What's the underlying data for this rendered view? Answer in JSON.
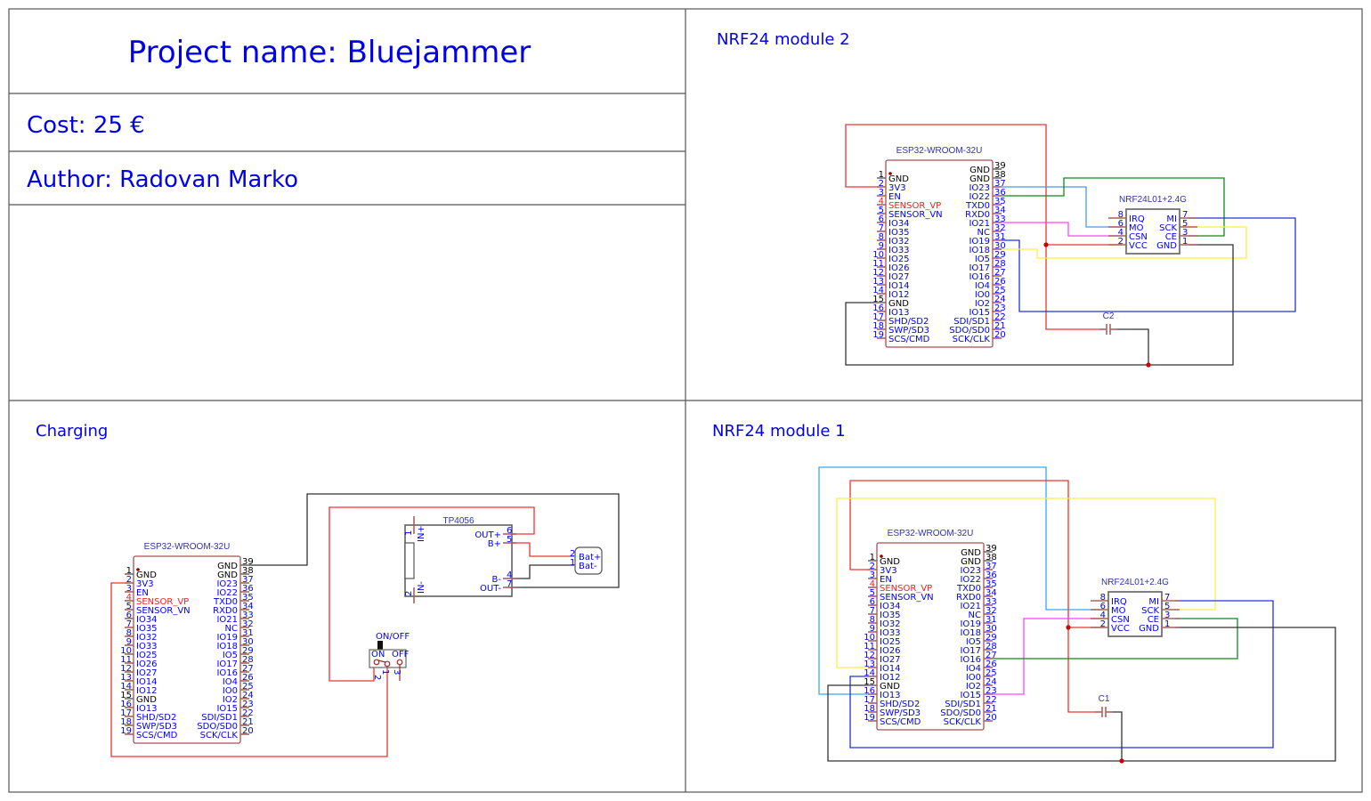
{
  "header": {
    "project_name": "Project name: Bluejammer",
    "cost": "Cost: 25 €",
    "author": "Author: Radovan Marko"
  },
  "panels": {
    "nrf2": {
      "title": "NRF24 module 2"
    },
    "charging": {
      "title": "Charging"
    },
    "nrf1": {
      "title": "NRF24 module 1"
    }
  },
  "colors": {
    "text": "#0000ee",
    "red_wire": "#ee0000",
    "black_wire": "#000000",
    "blue_wire": "#0000cc",
    "lightblue_wire": "#2196f3",
    "green_wire": "#008800",
    "magenta_wire": "#ff33ff",
    "yellow_wire": "#ffee44"
  },
  "esp32": {
    "ref": "ESP32-WROOM-32U",
    "left_pins": [
      {
        "num": "1",
        "name": "GND",
        "style": "black"
      },
      {
        "num": "2",
        "name": "3V3",
        "style": "blue"
      },
      {
        "num": "3",
        "name": "EN",
        "style": "blue"
      },
      {
        "num": "4",
        "name": "SENSOR_VP",
        "style": "red"
      },
      {
        "num": "5",
        "name": "SENSOR_VN",
        "style": "blue"
      },
      {
        "num": "6",
        "name": "IO34",
        "style": "blue"
      },
      {
        "num": "7",
        "name": "IO35",
        "style": "blue"
      },
      {
        "num": "8",
        "name": "IO32",
        "style": "blue"
      },
      {
        "num": "9",
        "name": "IO33",
        "style": "blue"
      },
      {
        "num": "10",
        "name": "IO25",
        "style": "blue"
      },
      {
        "num": "11",
        "name": "IO26",
        "style": "blue"
      },
      {
        "num": "12",
        "name": "IO27",
        "style": "blue"
      },
      {
        "num": "13",
        "name": "IO14",
        "style": "blue"
      },
      {
        "num": "14",
        "name": "IO12",
        "style": "blue"
      },
      {
        "num": "15",
        "name": "GND",
        "style": "black"
      },
      {
        "num": "16",
        "name": "IO13",
        "style": "blue"
      },
      {
        "num": "17",
        "name": "SHD/SD2",
        "style": "blue"
      },
      {
        "num": "18",
        "name": "SWP/SD3",
        "style": "blue"
      },
      {
        "num": "19",
        "name": "SCS/CMD",
        "style": "blue"
      }
    ],
    "right_pins": [
      {
        "num": "39",
        "name": "GND",
        "style": "black"
      },
      {
        "num": "38",
        "name": "GND",
        "style": "black"
      },
      {
        "num": "37",
        "name": "IO23",
        "style": "blue"
      },
      {
        "num": "36",
        "name": "IO22",
        "style": "blue"
      },
      {
        "num": "35",
        "name": "TXD0",
        "style": "blue"
      },
      {
        "num": "34",
        "name": "RXD0",
        "style": "blue"
      },
      {
        "num": "33",
        "name": "IO21",
        "style": "blue"
      },
      {
        "num": "32",
        "name": "NC",
        "style": "blue"
      },
      {
        "num": "31",
        "name": "IO19",
        "style": "blue"
      },
      {
        "num": "30",
        "name": "IO18",
        "style": "blue"
      },
      {
        "num": "29",
        "name": "IO5",
        "style": "blue"
      },
      {
        "num": "28",
        "name": "IO17",
        "style": "blue"
      },
      {
        "num": "27",
        "name": "IO16",
        "style": "blue"
      },
      {
        "num": "26",
        "name": "IO4",
        "style": "blue"
      },
      {
        "num": "25",
        "name": "IO0",
        "style": "blue"
      },
      {
        "num": "24",
        "name": "IO2",
        "style": "blue"
      },
      {
        "num": "23",
        "name": "IO15",
        "style": "blue"
      },
      {
        "num": "22",
        "name": "SDI/SD1",
        "style": "blue"
      },
      {
        "num": "21",
        "name": "SDO/SD0",
        "style": "blue"
      },
      {
        "num": "20",
        "name": "SCK/CLK",
        "style": "blue"
      }
    ]
  },
  "nrf24": {
    "ref": "NRF24L01+2.4G",
    "left_pins": [
      {
        "num": "8",
        "name": "IRQ"
      },
      {
        "num": "6",
        "name": "MO"
      },
      {
        "num": "4",
        "name": "CSN"
      },
      {
        "num": "2",
        "name": "VCC"
      }
    ],
    "right_pins": [
      {
        "num": "7",
        "name": "MI"
      },
      {
        "num": "5",
        "name": "SCK"
      },
      {
        "num": "3",
        "name": "CE"
      },
      {
        "num": "1",
        "name": "GND"
      }
    ]
  },
  "capacitors": {
    "c1": "C1",
    "c2": "C2"
  },
  "tp4056": {
    "ref": "TP4056",
    "in_plus": {
      "num": "1",
      "name": "IN+"
    },
    "in_minus": {
      "num": "2",
      "name": "IN-"
    },
    "right_pins": [
      {
        "num": "6",
        "name": "OUT+"
      },
      {
        "num": "5",
        "name": "B+"
      },
      {
        "num": "4",
        "name": "B-"
      },
      {
        "num": "7",
        "name": "OUT-"
      }
    ]
  },
  "battery": {
    "pins": [
      {
        "num": "2",
        "name": "Bat+"
      },
      {
        "num": "1",
        "name": "Bat-"
      }
    ]
  },
  "switch": {
    "ref": "ON/OFF",
    "on_label": "ON",
    "off_label": "OFF",
    "pins": [
      "2",
      "1",
      "3"
    ]
  }
}
